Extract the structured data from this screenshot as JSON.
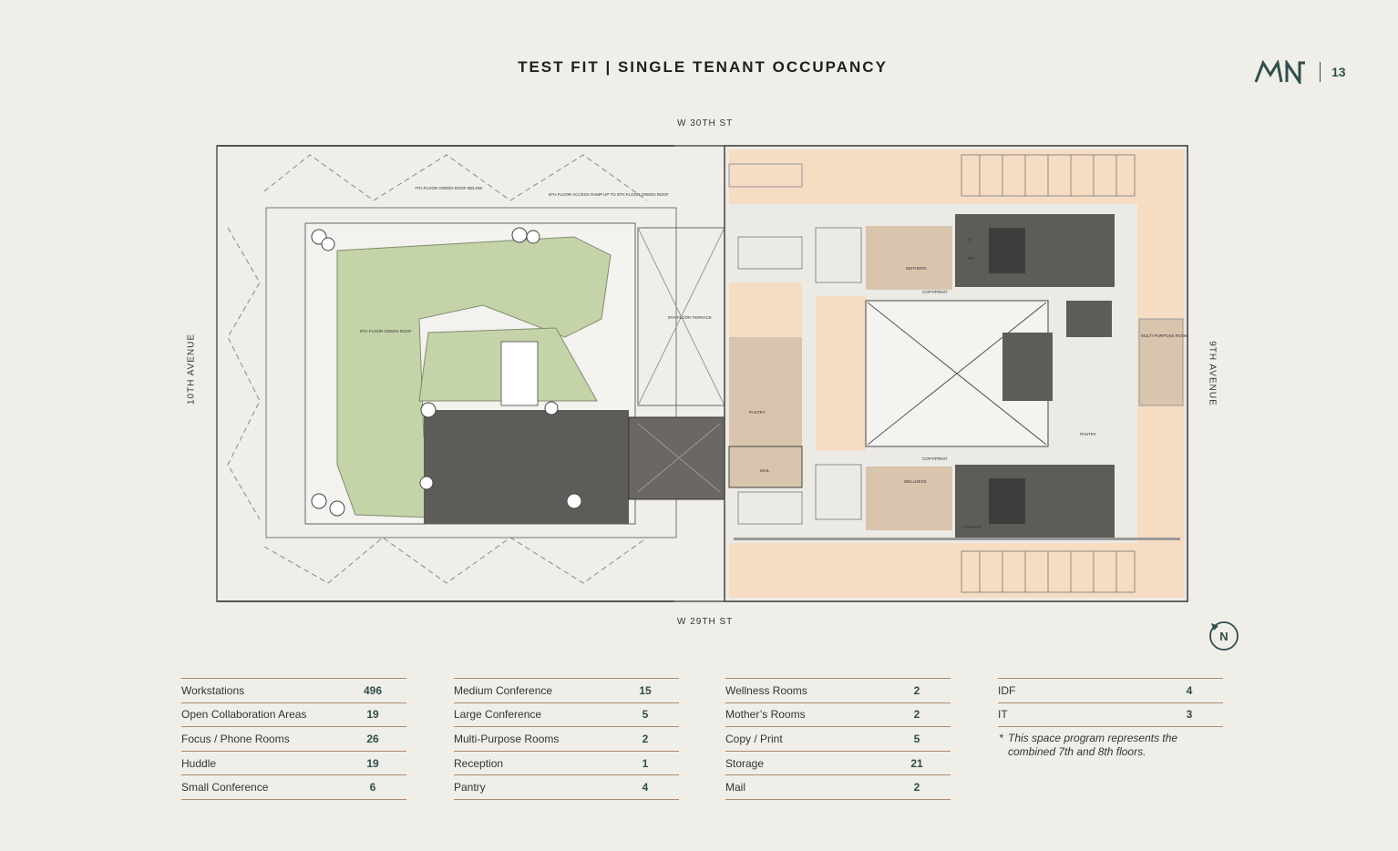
{
  "title": "TEST FIT | SINGLE TENANT OCCUPANCY",
  "brand": {
    "logo_text": "MN",
    "page_number": "13",
    "color": "#2f4f4a"
  },
  "streets": {
    "top": "W 30TH ST",
    "bottom": "W 29TH ST",
    "left": "10TH AVENUE",
    "right": "9TH AVENUE"
  },
  "plan_labels": {
    "green_roof_below": "7TH FLOOR GREEN ROOF BELOW",
    "access_ramp": "8TH FLOOR ACCESS RAMP UP TO 8TH FLOOR GREEN ROOF",
    "green_roof": "8TH FLOOR GREEN ROOF",
    "terrace": "8TH FLOOR TERRACE",
    "copy_print_top": "COPY/PRINT",
    "copy_print_bottom": "COPY/PRINT",
    "mothers": "MOTHERS",
    "wellness": "WELLNESS",
    "pantry_center": "PANTRY",
    "pantry_right": "PANTRY",
    "mail": "MAIL",
    "multi_purpose": "MULTI-PURPOSE ROOM",
    "it": "IT",
    "idf": "IDF",
    "storage": "STORAGE"
  },
  "colors": {
    "office": "#f5dcc3",
    "core_dark": "#5e5c59",
    "core_mid": "#8a8682",
    "green_roof": "#c5d4a8",
    "pantry": "#d9c4ae",
    "accent_line": "#b08a6a"
  },
  "north_label": "N",
  "tables": [
    {
      "rows": [
        {
          "label": "Workstations",
          "value": "496"
        },
        {
          "label": "Open Collaboration Areas",
          "value": "19"
        },
        {
          "label": "Focus / Phone Rooms",
          "value": "26"
        },
        {
          "label": "Huddle",
          "value": "19"
        },
        {
          "label": "Small Conference",
          "value": "6"
        }
      ]
    },
    {
      "rows": [
        {
          "label": "Medium Conference",
          "value": "15"
        },
        {
          "label": "Large Conference",
          "value": "5"
        },
        {
          "label": "Multi-Purpose Rooms",
          "value": "2"
        },
        {
          "label": "Reception",
          "value": "1"
        },
        {
          "label": "Pantry",
          "value": "4"
        }
      ]
    },
    {
      "rows": [
        {
          "label": "Wellness Rooms",
          "value": "2"
        },
        {
          "label": "Mother’s Rooms",
          "value": "2"
        },
        {
          "label": "Copy / Print",
          "value": "5"
        },
        {
          "label": "Storage",
          "value": "21"
        },
        {
          "label": "Mail",
          "value": "2"
        }
      ]
    },
    {
      "rows": [
        {
          "label": "IDF",
          "value": "4"
        },
        {
          "label": "IT",
          "value": "3"
        }
      ]
    }
  ],
  "note": {
    "symbol": "*",
    "text": "This space program represents the combined 7th and 8th floors."
  }
}
